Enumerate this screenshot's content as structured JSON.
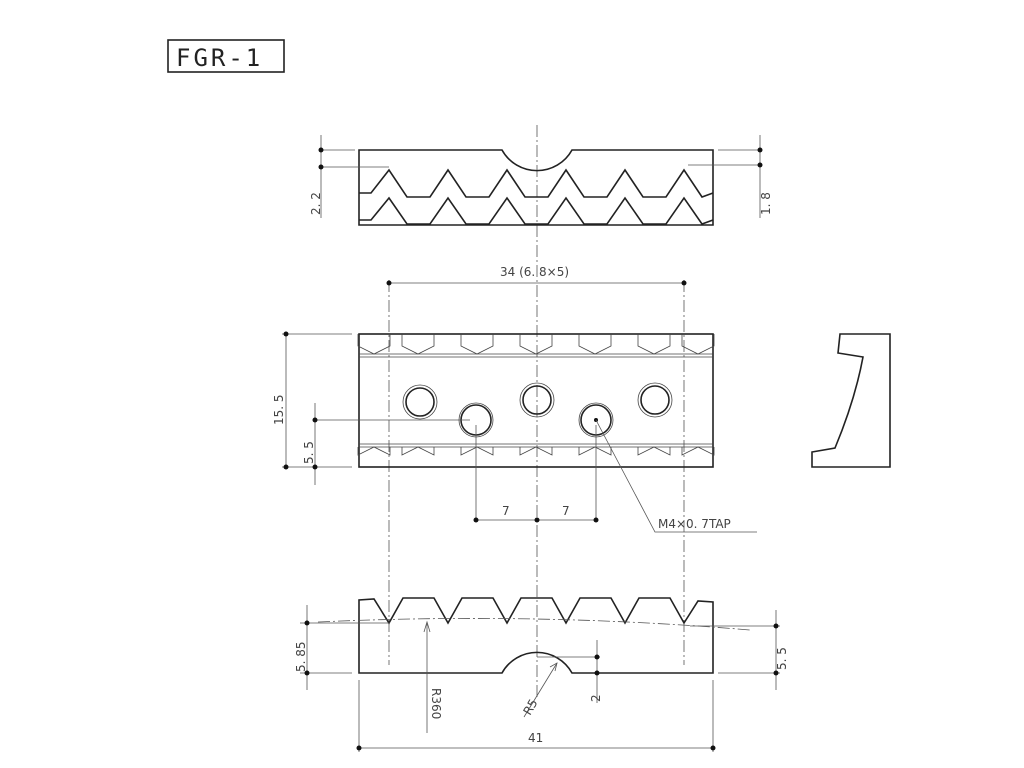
{
  "title": "FGR-1",
  "top_view": {
    "dim_left": "2. 2",
    "dim_right": "1. 8"
  },
  "front_view": {
    "dim_span": "34 (6. 8×5)",
    "dim_height": "15. 5",
    "dim_hole_offset": "5. 5",
    "dim_pitch_left": "7",
    "dim_pitch_right": "7",
    "tap_note": "M4×0. 7TAP"
  },
  "bottom_view": {
    "dim_left": "5. 85",
    "dim_right": "5. 5",
    "radius_large": "R360",
    "radius_small": "R5",
    "dim_notch": "2",
    "dim_width": "41"
  }
}
